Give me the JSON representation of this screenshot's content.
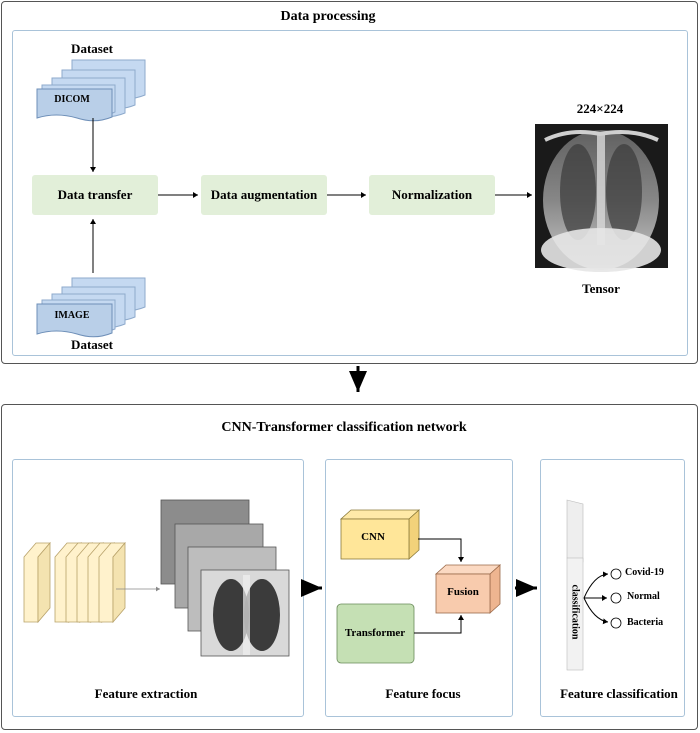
{
  "top": {
    "title": "Data processing",
    "dataset_top_label": "Dataset",
    "dicom_label": "DICOM",
    "dataset_bottom_label": "Dataset",
    "image_label": "IMAGE",
    "steps": [
      "Data transfer",
      "Data augmentation",
      "Normalization"
    ],
    "size_label": "224×224",
    "tensor_label": "Tensor"
  },
  "bottom": {
    "title": "CNN-Transformer classification network",
    "extraction": {
      "caption": "Feature extraction"
    },
    "focus": {
      "caption": "Feature focus",
      "cnn": "CNN",
      "transformer": "Transformer",
      "fusion": "Fusion"
    },
    "classification": {
      "caption": "Feature classification",
      "bar_label": "classification",
      "classes": [
        "Covid-19",
        "Normal",
        "Bacteria"
      ]
    }
  },
  "colors": {
    "green_box": "#e2efd9",
    "doc_blue": "#c5d9f1",
    "cnn_yellow": "#ffe699",
    "transformer_green": "#c5e0b4",
    "fusion_orange": "#f8cbad"
  }
}
